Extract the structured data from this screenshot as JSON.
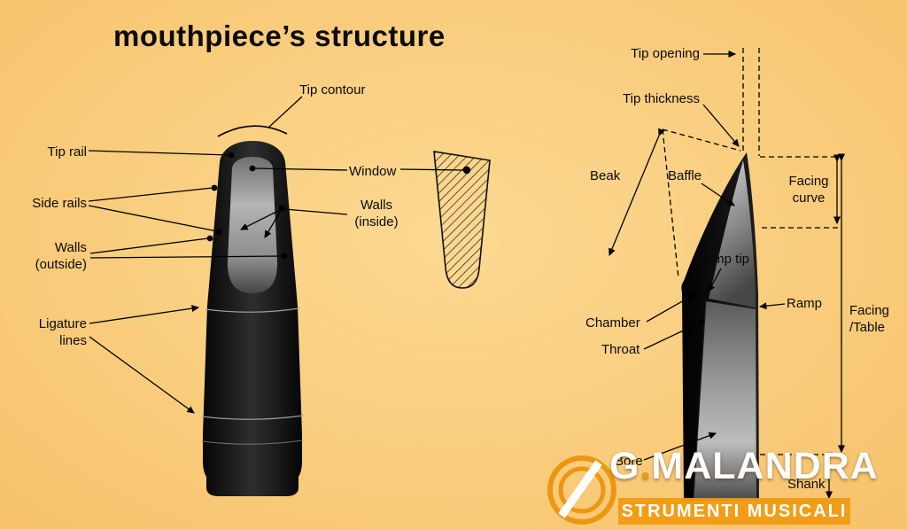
{
  "title": "mouthpiece’s structure",
  "front_view": {
    "labels": {
      "tip_contour": "Tip contour",
      "tip_rail": "Tip rail",
      "side_rails": "Side rails",
      "walls_outside": "Walls\n(outside)",
      "ligature_lines": "Ligature\nlines",
      "window": "Window",
      "walls_inside": "Walls\n(inside)"
    }
  },
  "side_view": {
    "labels": {
      "tip_opening": "Tip opening",
      "tip_thickness": "Tip thickness",
      "beak": "Beak",
      "baffle": "Baffle",
      "facing_curve": "Facing\ncurve",
      "ramp_tip": "Ramp tip",
      "ramp": "Ramp",
      "chamber": "Chamber",
      "throat": "Throat",
      "facing_table": "Facing\n/Table",
      "bore": "Bore",
      "shank": "Shank"
    }
  },
  "watermark": {
    "name_g": "G",
    "name_dot": ".",
    "name_rest": "MALANDRA",
    "subtitle": "STRUMENTI MUSICALI",
    "accent_color": "#f09b13"
  }
}
